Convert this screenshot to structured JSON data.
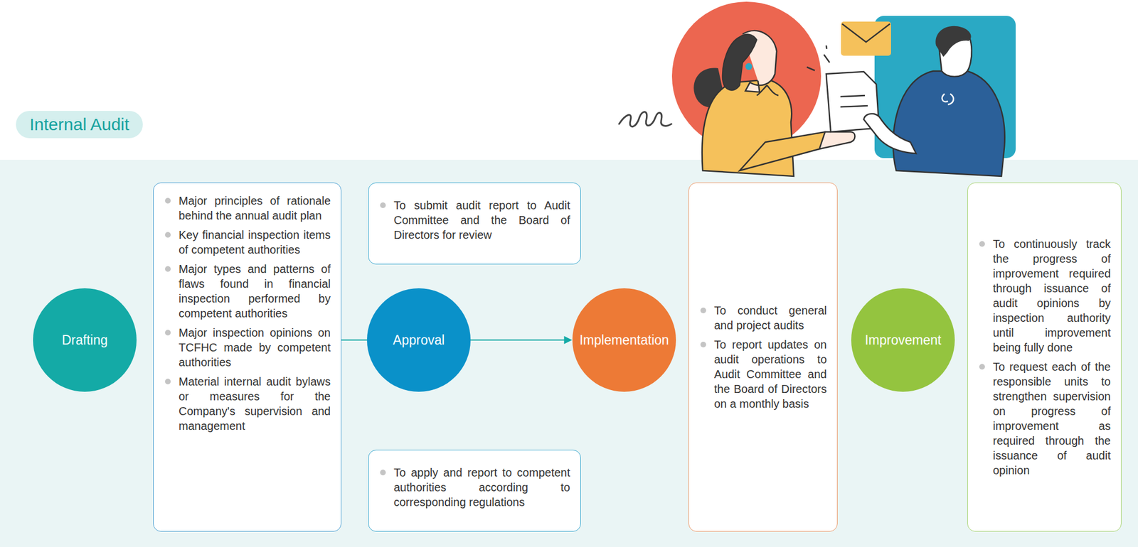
{
  "diagram": {
    "title": "Internal Audit",
    "nodes": [
      {
        "text": [
          "Drafting"
        ]
      },
      {
        "text": [
          "Major principles of rationale behind the annual audit plan",
          "Key financial inspection items of competent authorities",
          "Major types and patterns of flaws found in financial inspection performed by competent authorities",
          "Major inspection opinions on TCFHC made by competent authorities",
          "Material internal audit bylaws or measures for the Company's supervision and management"
        ]
      },
      {
        "text": [
          "Approval"
        ]
      },
      {
        "text": [
          "To submit audit report to Audit Committee and the Board of Directors for review"
        ]
      },
      {
        "text": [
          "To apply and report to competent authorities according to corresponding regulations"
        ]
      },
      {
        "text": [
          "Implementation"
        ]
      },
      {
        "text": [
          "To conduct general and project audits",
          "To report updates on audit operations to Audit Committee and the Board of Directors on a monthly basis"
        ]
      },
      {
        "text": [
          "Improvement"
        ]
      },
      {
        "text": [
          "To continuously track the progress of improvement required through issuance of audit opinions by inspection authority until improvement being fully done",
          "To request each of the responsible units to strengthen supervision on progress of improvement as required through the issuance of audit opinion"
        ]
      }
    ],
    "edges": [
      {
        "from": 1,
        "to": 2,
        "arrow": "none"
      },
      {
        "from": 2,
        "to": 5,
        "arrow": "to"
      }
    ]
  }
}
